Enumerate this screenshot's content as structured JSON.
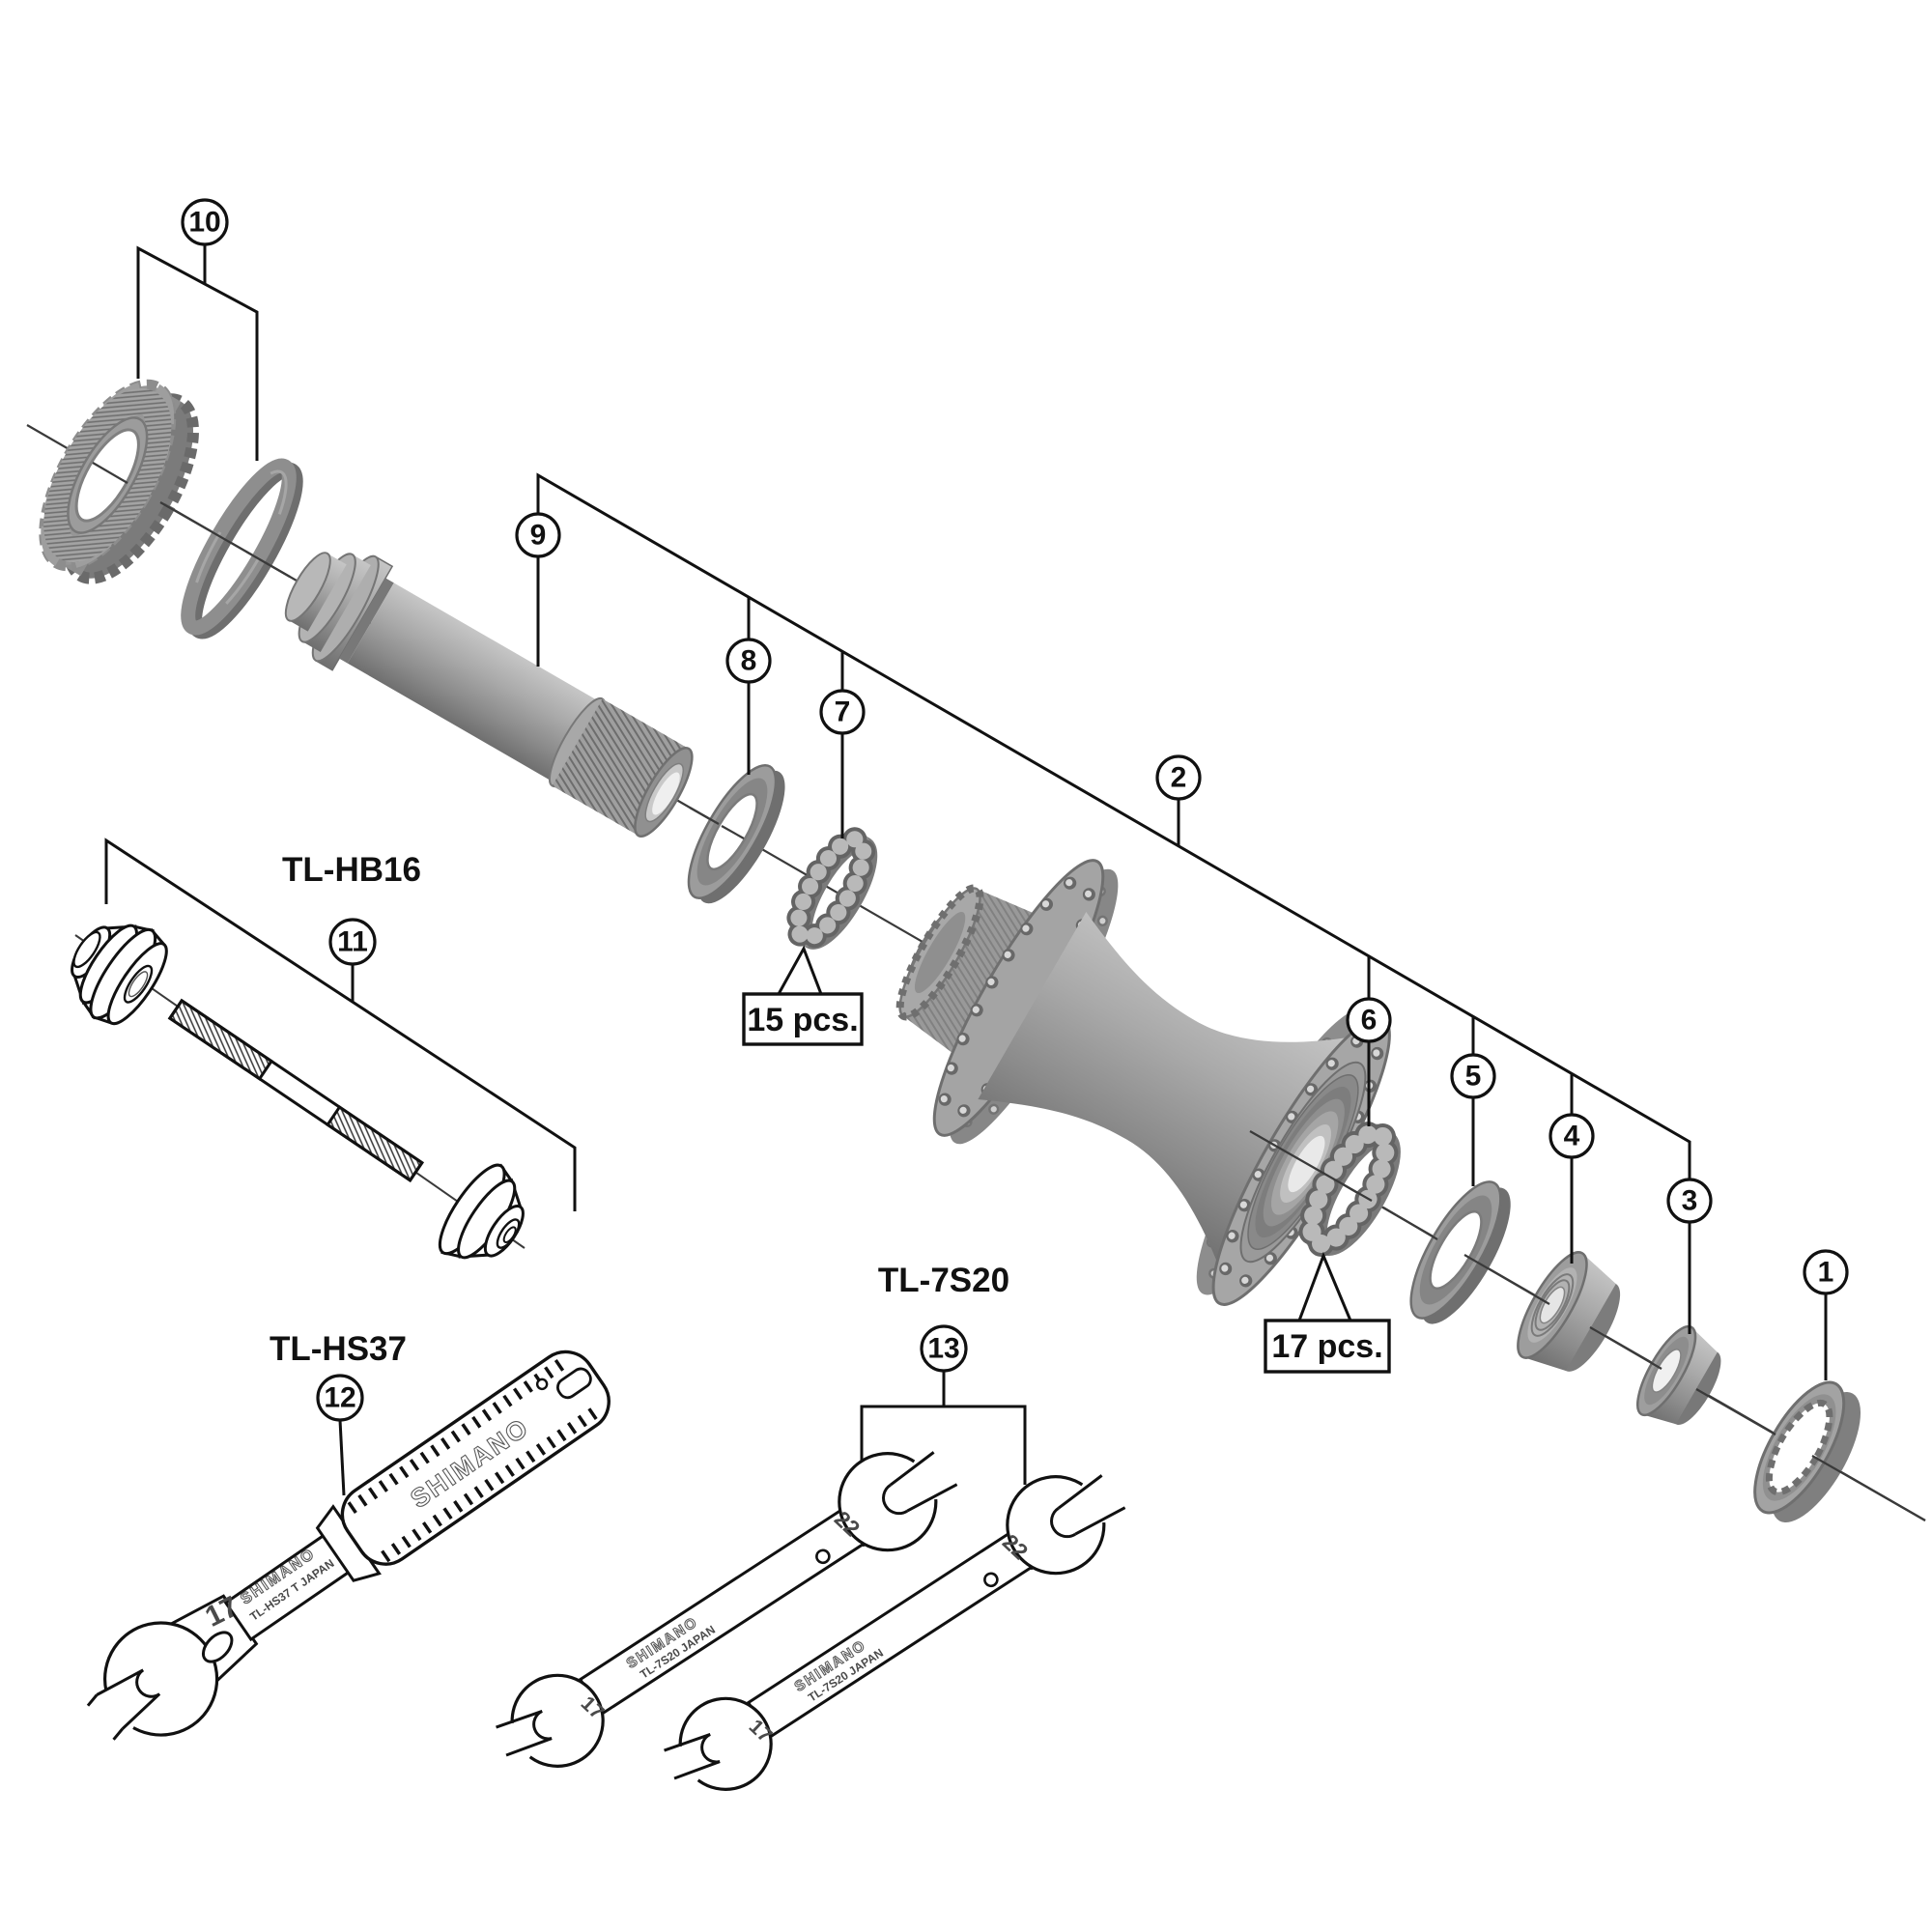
{
  "diagram": {
    "labels": {
      "hb16": "TL-HB16",
      "hs37": "TL-HS37",
      "s720": "TL-7S20"
    },
    "callouts": {
      "c1": "1",
      "c2": "2",
      "c3": "3",
      "c4": "4",
      "c5": "5",
      "c6": "6",
      "c7": "7",
      "c8": "8",
      "c9": "9",
      "c10": "10",
      "c11": "11",
      "c12": "12",
      "c13": "13"
    },
    "counts": {
      "small_bearing": "15 pcs.",
      "large_bearing": "17 pcs."
    },
    "markings": {
      "brand": "SHIMANO",
      "hs37_code": "TL-HS37 T JAPAN",
      "s720_code": "TL-7S20 JAPAN",
      "size_17": "17",
      "size_22": "22"
    },
    "colors": {
      "background": "#ffffff",
      "line": "#111111",
      "part_light": "#c6c6c6",
      "part_mid": "#9b9b9b",
      "part_dark": "#6e6e6e"
    }
  }
}
